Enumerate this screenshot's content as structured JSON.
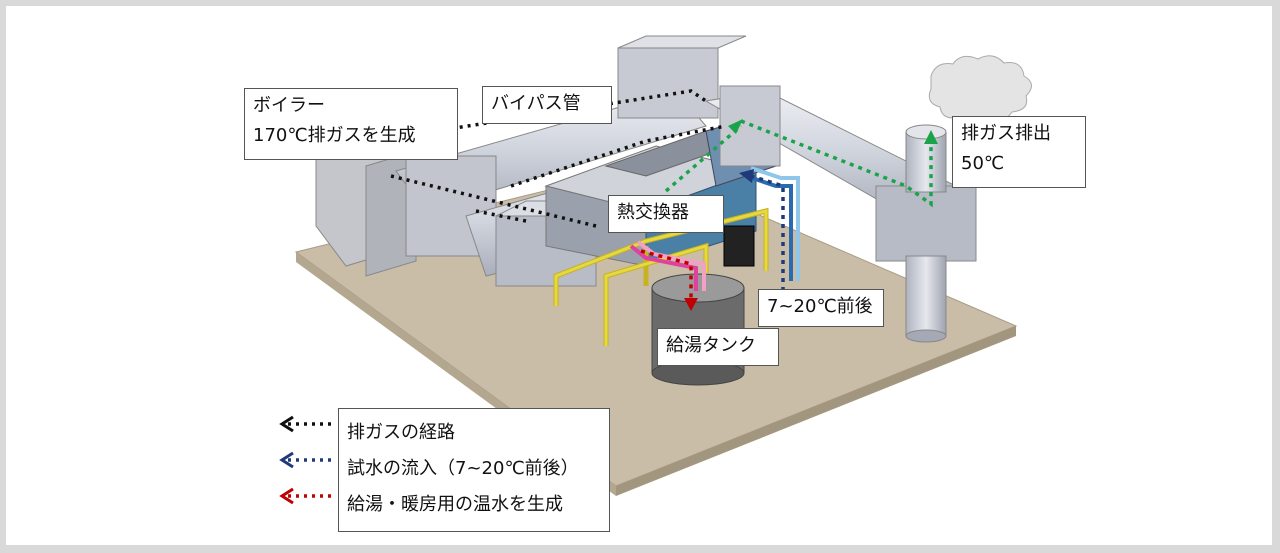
{
  "labels": {
    "boiler": [
      "ボイラー",
      "170℃排ガスを生成"
    ],
    "bypass": "バイパス管",
    "heat_exchanger": "熱交換器",
    "exhaust": [
      "排ガス排出",
      "50℃"
    ],
    "water_in": "7~20℃前後",
    "tank": "給湯タンク"
  },
  "legend": [
    {
      "text": "排ガスの経路",
      "color": "#111111"
    },
    {
      "text": "試水の流入（7~20℃前後）",
      "color": "#1f3a7a"
    },
    {
      "text": "給湯・暖房用の温水を生成",
      "color": "#c00000"
    }
  ],
  "colors": {
    "exhaust_path": "#111111",
    "cooled_exhaust": "#1aa34a",
    "water_inflow": "#1f3a7a",
    "hot_water": "#c00000",
    "platform": "#c9bda8",
    "duct": "#c8ccd6",
    "frame": "#e6d840"
  }
}
